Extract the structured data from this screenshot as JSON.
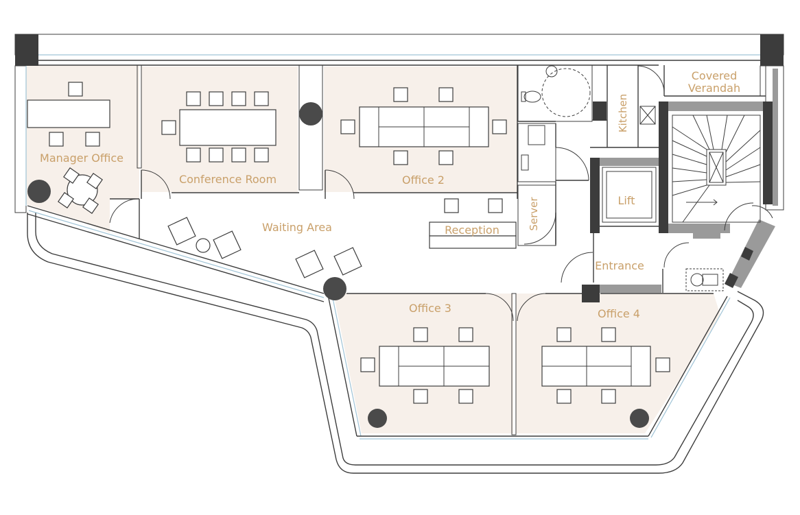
{
  "rooms": {
    "manager_office": "Manager Office",
    "conference_room": "Conference Room",
    "office_2": "Office 2",
    "waiting_area": "Waiting Area",
    "reception": "Reception",
    "server": "Server",
    "kitchen": "Kitchen",
    "covered_verandah_1": "Covered",
    "covered_verandah_2": "Verandah",
    "lift": "Lift",
    "entrance": "Entrance",
    "office_3": "Office 3",
    "office_4": "Office 4"
  },
  "colors": {
    "room_fill": "#f7f0ea",
    "wall": "#3c3c3c",
    "label": "#c9a06a",
    "glass": "#9fc3d6"
  }
}
